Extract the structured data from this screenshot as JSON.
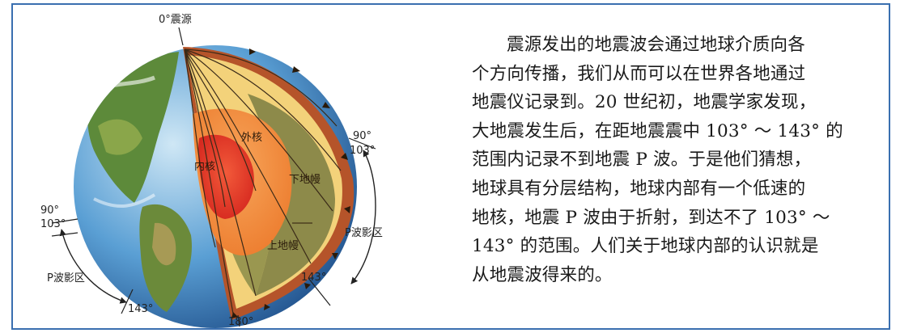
{
  "figure": {
    "labels": {
      "epicenter": "0°震源",
      "inner_core": "内核",
      "outer_core": "外核",
      "lower_mantle": "下地幔",
      "upper_mantle": "上地幔",
      "shadow_right": "P波影区",
      "shadow_left": "P波影区",
      "right_90": "90°",
      "right_103": "103°",
      "right_143": "143°",
      "left_90": "90°",
      "left_103": "103°",
      "left_143": "143°",
      "bottom_180": "180°"
    },
    "colors": {
      "crust": "#b5542a",
      "mantle_yellow": "#f3d27a",
      "lower_mantle_olive": "#8d8a4a",
      "outer_core": "#f08a3a",
      "inner_core": "#e23a2a",
      "ocean": "#2f6fb5",
      "frame_border": "#3a6fb0"
    }
  },
  "text": {
    "lines": [
      "震源发出的地震波会通过地球介质向各",
      "个方向传播，我们从而可以在世界各地通过",
      "地震仪记录到。20 世纪初，地震学家发现，",
      "大地震发生后，在距地震震中 103° ～ 143° 的",
      "范围内记录不到地震 P 波。于是他们猜想，",
      "地球具有分层结构，地球内部有一个低速的",
      "地核，地震 P 波由于折射，到达不了 103° ～",
      "143° 的范围。人们关于地球内部的认识就是",
      "从地震波得来的。"
    ]
  }
}
